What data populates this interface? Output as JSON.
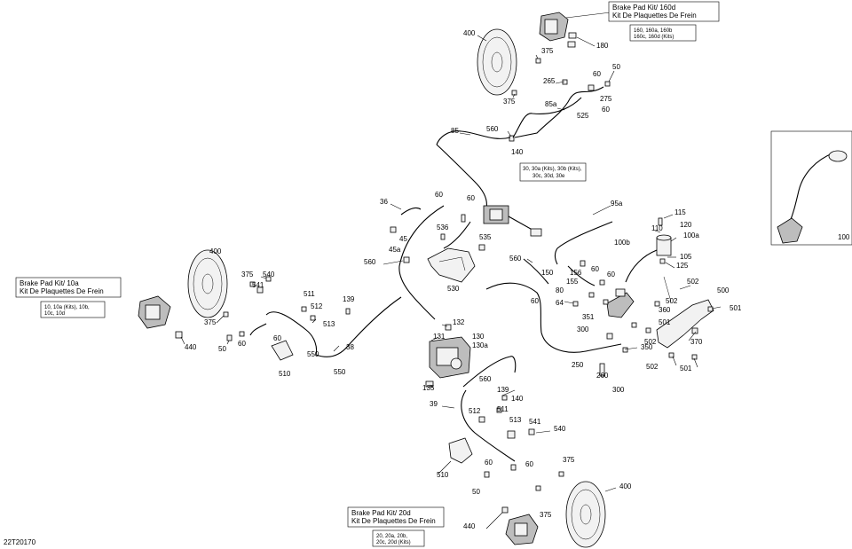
{
  "diagram_code": "22T20170",
  "kit_boxes": [
    {
      "title_en": "Brake Pad Kit/ 160d",
      "title_fr": "Kit De Plaquettes De Frein",
      "kits_line1": "160, 160a, 160b",
      "kits_line2": "160c, 160d (Kits)"
    },
    {
      "title_en": "Brake Pad Kit/ 10a",
      "title_fr": "Kit De Plaquettes De Frein",
      "kits_line1": "10, 10a (Kits), 10b,",
      "kits_line2": "10c, 10d"
    },
    {
      "title_en": "Brake Pad Kit/ 20d",
      "title_fr": "Kit De Plaquettes De Frein",
      "kits_line1": "20, 20a, 20b,",
      "kits_line2": "20c, 20d (Kits)"
    }
  ],
  "master_box": {
    "line1": "30, 30a (Kits), 30b (Kits),",
    "line2": "30c, 30d, 30e"
  },
  "inset_label": "100",
  "part_numbers": [
    "400",
    "375",
    "180",
    "50",
    "265",
    "60",
    "375",
    "85a",
    "275",
    "525",
    "60",
    "85",
    "560",
    "140",
    "36",
    "60",
    "60",
    "45",
    "536",
    "535",
    "45a",
    "560",
    "530",
    "95a",
    "115",
    "120",
    "110",
    "100a",
    "100b",
    "105",
    "125",
    "560",
    "150",
    "156",
    "60",
    "155",
    "60",
    "80",
    "60",
    "64",
    "502",
    "500",
    "360",
    "502",
    "501",
    "351",
    "300",
    "501",
    "502",
    "370",
    "350",
    "260",
    "250",
    "300",
    "502",
    "501",
    "400",
    "375",
    "540",
    "541",
    "511",
    "139",
    "512",
    "513",
    "375",
    "50",
    "60",
    "60",
    "440",
    "550",
    "550",
    "38",
    "510",
    "132",
    "131",
    "130",
    "130a",
    "135",
    "560",
    "139",
    "140",
    "39",
    "512",
    "511",
    "513",
    "541",
    "540",
    "510",
    "60",
    "60",
    "50",
    "375",
    "400",
    "375",
    "440"
  ]
}
